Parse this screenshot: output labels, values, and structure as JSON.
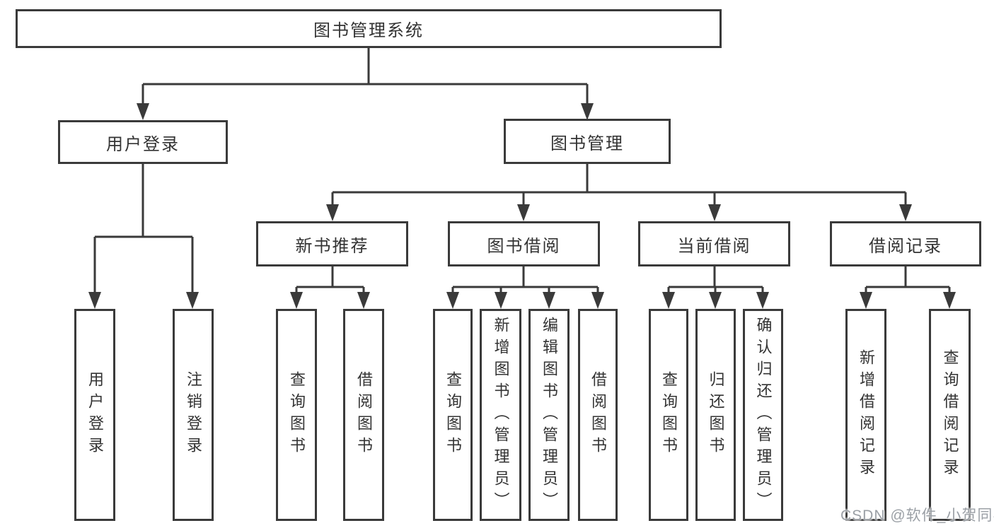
{
  "tree": {
    "label": "图书管理系统",
    "children": [
      {
        "label": "用户登录",
        "children": [
          {
            "label": "用户登录"
          },
          {
            "label": "注销登录"
          }
        ]
      },
      {
        "label": "图书管理",
        "children": [
          {
            "label": "新书推荐",
            "children": [
              {
                "label": "查询图书"
              },
              {
                "label": "借阅图书"
              }
            ]
          },
          {
            "label": "图书借阅",
            "children": [
              {
                "label": "查询图书"
              },
              {
                "label": "新增图书（管理员）"
              },
              {
                "label": "编辑图书（管理员）"
              },
              {
                "label": "借阅图书"
              }
            ]
          },
          {
            "label": "当前借阅",
            "children": [
              {
                "label": "查询图书"
              },
              {
                "label": "归还图书"
              },
              {
                "label": "确认归还（管理员）"
              }
            ]
          },
          {
            "label": "借阅记录",
            "children": [
              {
                "label": "新增借阅记录"
              },
              {
                "label": "查询借阅记录"
              }
            ]
          }
        ]
      }
    ]
  },
  "watermark": {
    "text": "CSDN @软件_小贺同学"
  },
  "colors": {
    "line": "#3a3a3a",
    "text": "#333333",
    "watermark": "#9ba0a6",
    "background": "#ffffff"
  }
}
